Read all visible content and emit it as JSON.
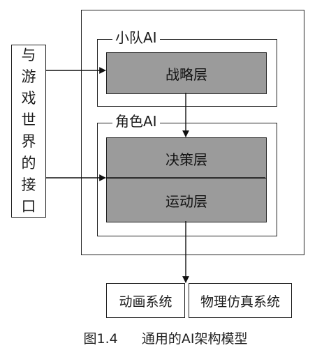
{
  "interface": [
    "与",
    "游",
    "戏",
    "世",
    "界",
    "的",
    "接",
    "口"
  ],
  "squad": {
    "title": "小队AI",
    "strategy": "战略层"
  },
  "character": {
    "title": "角色AI",
    "decision": "决策层",
    "movement": "运动层"
  },
  "systems": {
    "animation": "动画系统",
    "physics": "物理仿真系统"
  },
  "caption": {
    "number": "图1.4",
    "text": "通用的AI架构模型"
  }
}
